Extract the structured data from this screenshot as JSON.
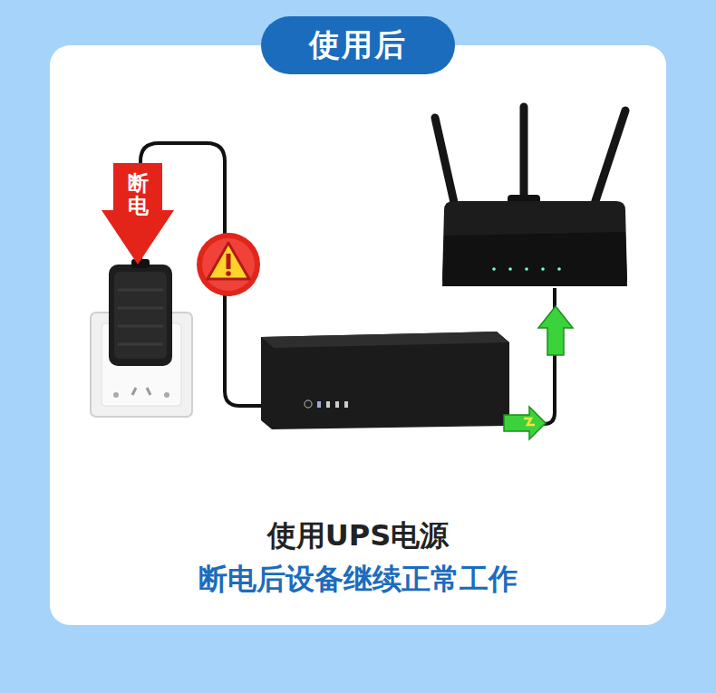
{
  "diagram": {
    "title": "使用后",
    "caption": "使用UPS电源",
    "nodes": [
      {
        "text": [
          "断电"
        ]
      }
    ],
    "labels": [
      "断电后设备继续正常工作"
    ]
  }
}
